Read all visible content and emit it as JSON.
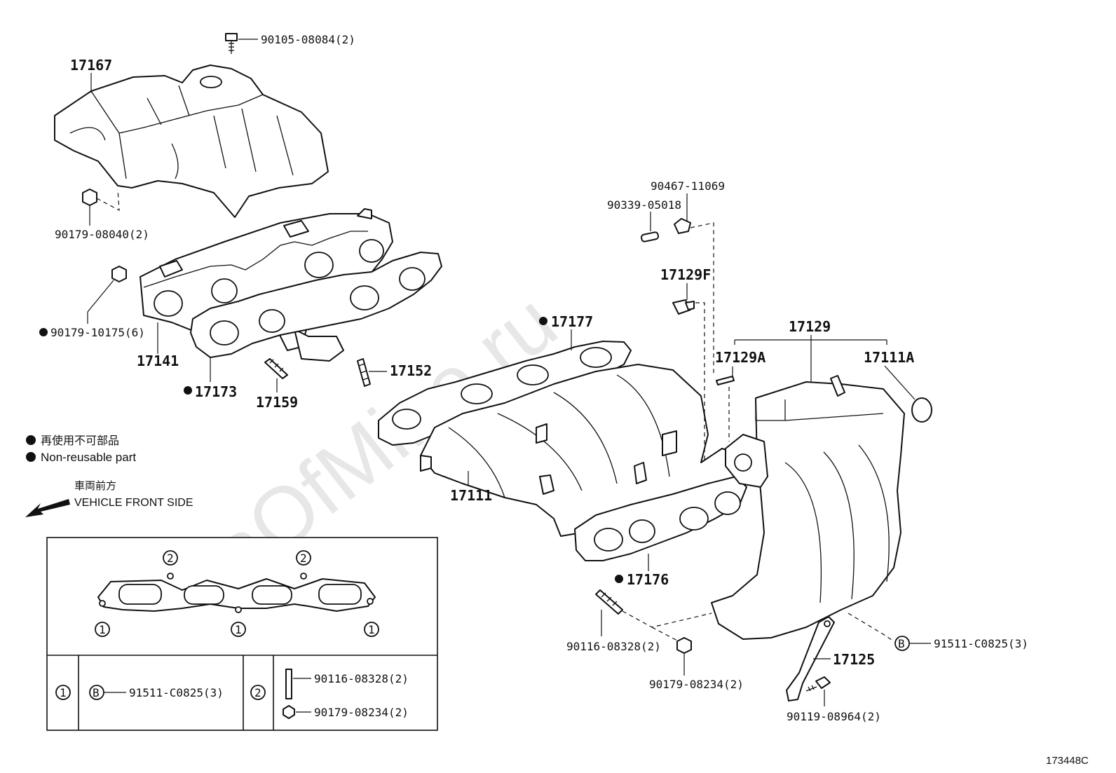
{
  "watermark": "ToyotaOfMine.ru",
  "figure_code": "173448C",
  "labels": {
    "p17167": "17167",
    "p90105": "90105-08084(2)",
    "p90179_08040": "90179-08040(2)",
    "p90179_10175": "90179-10175(6)",
    "p17141": "17141",
    "p17173": "17173",
    "p17159": "17159",
    "p17152": "17152",
    "p17177": "17177",
    "p90467": "90467-11069",
    "p90339": "90339-05018",
    "p17129F": "17129F",
    "p17129": "17129",
    "p17129A": "17129A",
    "p17111A": "17111A",
    "p17111": "17111",
    "p17176": "17176",
    "p90116": "90116-08328(2)",
    "p90179_08234": "90179-08234(2)",
    "p91511": "91511-C0825(3)",
    "p17125": "17125",
    "p90119": "90119-08964(2)"
  },
  "legend": {
    "line_jp": "再使用不可部品",
    "line_en": "Non-reusable part",
    "direction_jp": "車両前方",
    "direction_en": "VEHICLE FRONT SIDE"
  },
  "inset": {
    "callout_1": "1",
    "callout_2": "2",
    "callout_b": "B",
    "row1_part": "91511-C0825(3)",
    "row2_stud": "90116-08328(2)",
    "row2_nut": "90179-08234(2)"
  }
}
